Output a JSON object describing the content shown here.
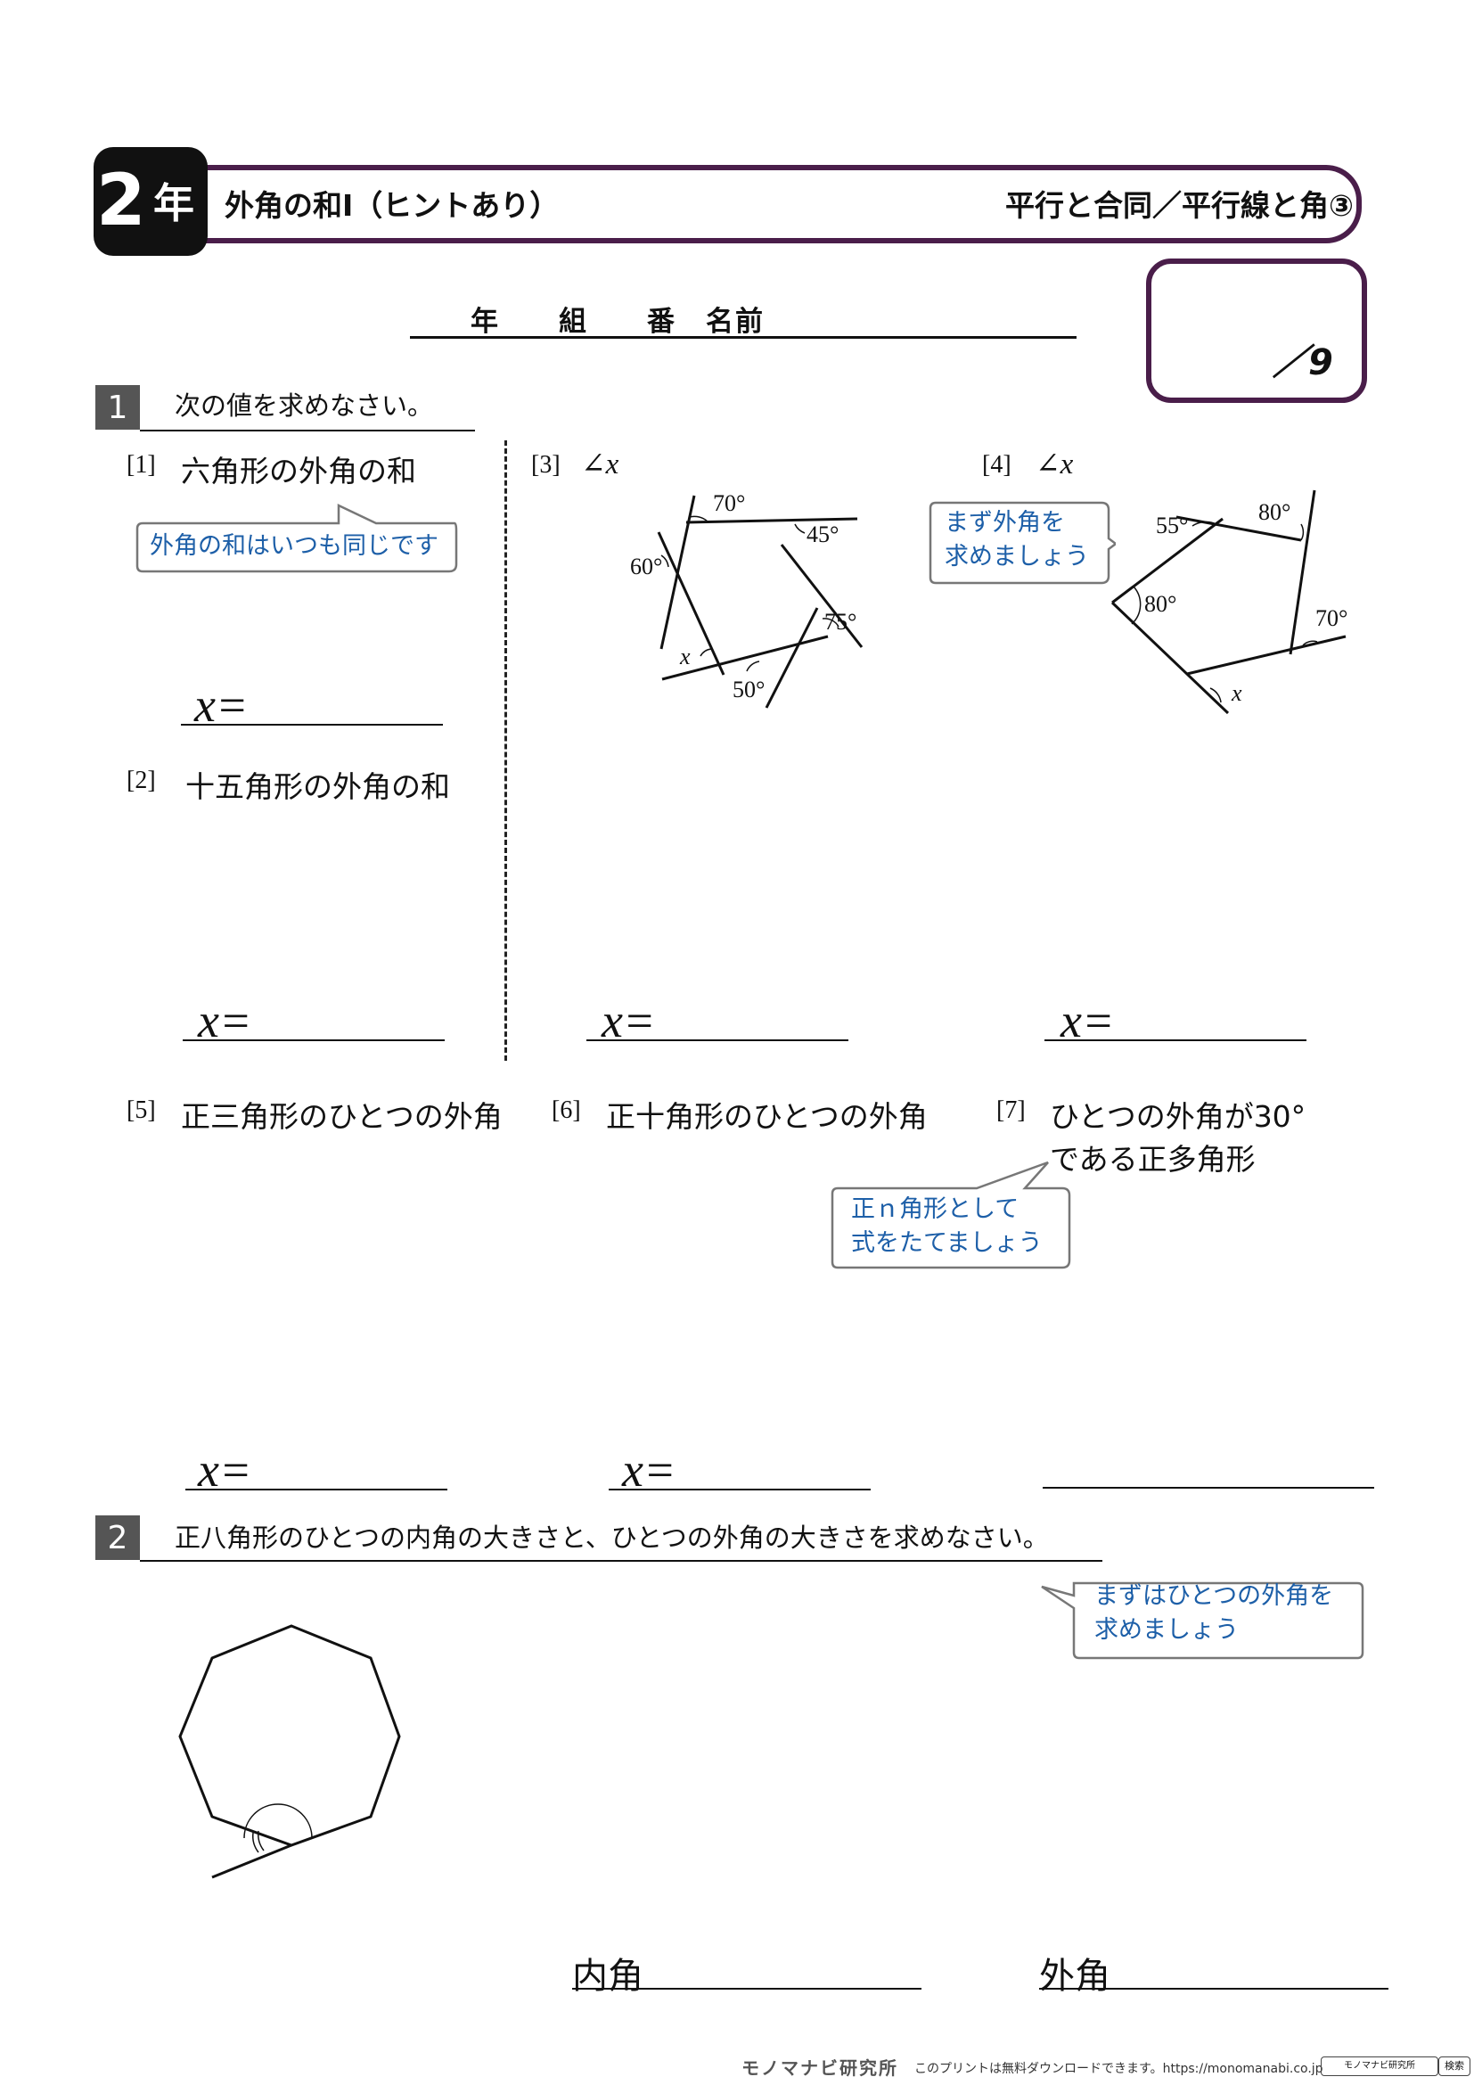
{
  "header": {
    "grade_num": "2",
    "grade_unit": "年",
    "title": "外角の和Ⅰ（ヒントあり）",
    "unit": "平行と合同／平行線と角③"
  },
  "name_row": "年　　組　　番　名前",
  "score": "／9",
  "section1": {
    "number": "1",
    "instruction": "次の値を求めなさい。",
    "q1": {
      "label": "[1]",
      "text": "六角形の外角の和",
      "hint": "外角の和はいつも同じです",
      "answer": "x="
    },
    "q2": {
      "label": "[2]",
      "text": "十五角形の外角の和",
      "answer": "x="
    },
    "q3": {
      "label": "[3]",
      "text": "∠x",
      "answer": "x=",
      "angles": [
        "70°",
        "45°",
        "75°",
        "50°",
        "60°",
        "x"
      ]
    },
    "q4": {
      "label": "[4]",
      "text": "∠x",
      "hint": "まず外角を\n求めましょう",
      "answer": "x=",
      "angles": [
        "55°",
        "80°",
        "80°",
        "70°",
        "x"
      ]
    },
    "q5": {
      "label": "[5]",
      "text": "正三角形のひとつの外角",
      "answer": "x="
    },
    "q6": {
      "label": "[6]",
      "text": "正十角形のひとつの外角",
      "answer": "x="
    },
    "q7": {
      "label": "[7]",
      "text_line1": "ひとつの外角が30°",
      "text_line2": "である正多角形",
      "hint": "正ｎ角形として\n式をたてましょう"
    }
  },
  "section2": {
    "number": "2",
    "instruction": "正八角形のひとつの内角の大きさと、ひとつの外角の大きさを求めなさい。",
    "hint": "まずはひとつの外角を\n求めましょう",
    "interior_label": "内角",
    "exterior_label": "外角"
  },
  "footer": {
    "brand": "モノマナビ研究所",
    "text": "このプリントは無料ダウンロードできます。https://monomanabi.co.jp",
    "search_box": "モノマナビ研究所",
    "search_button": "検索"
  }
}
